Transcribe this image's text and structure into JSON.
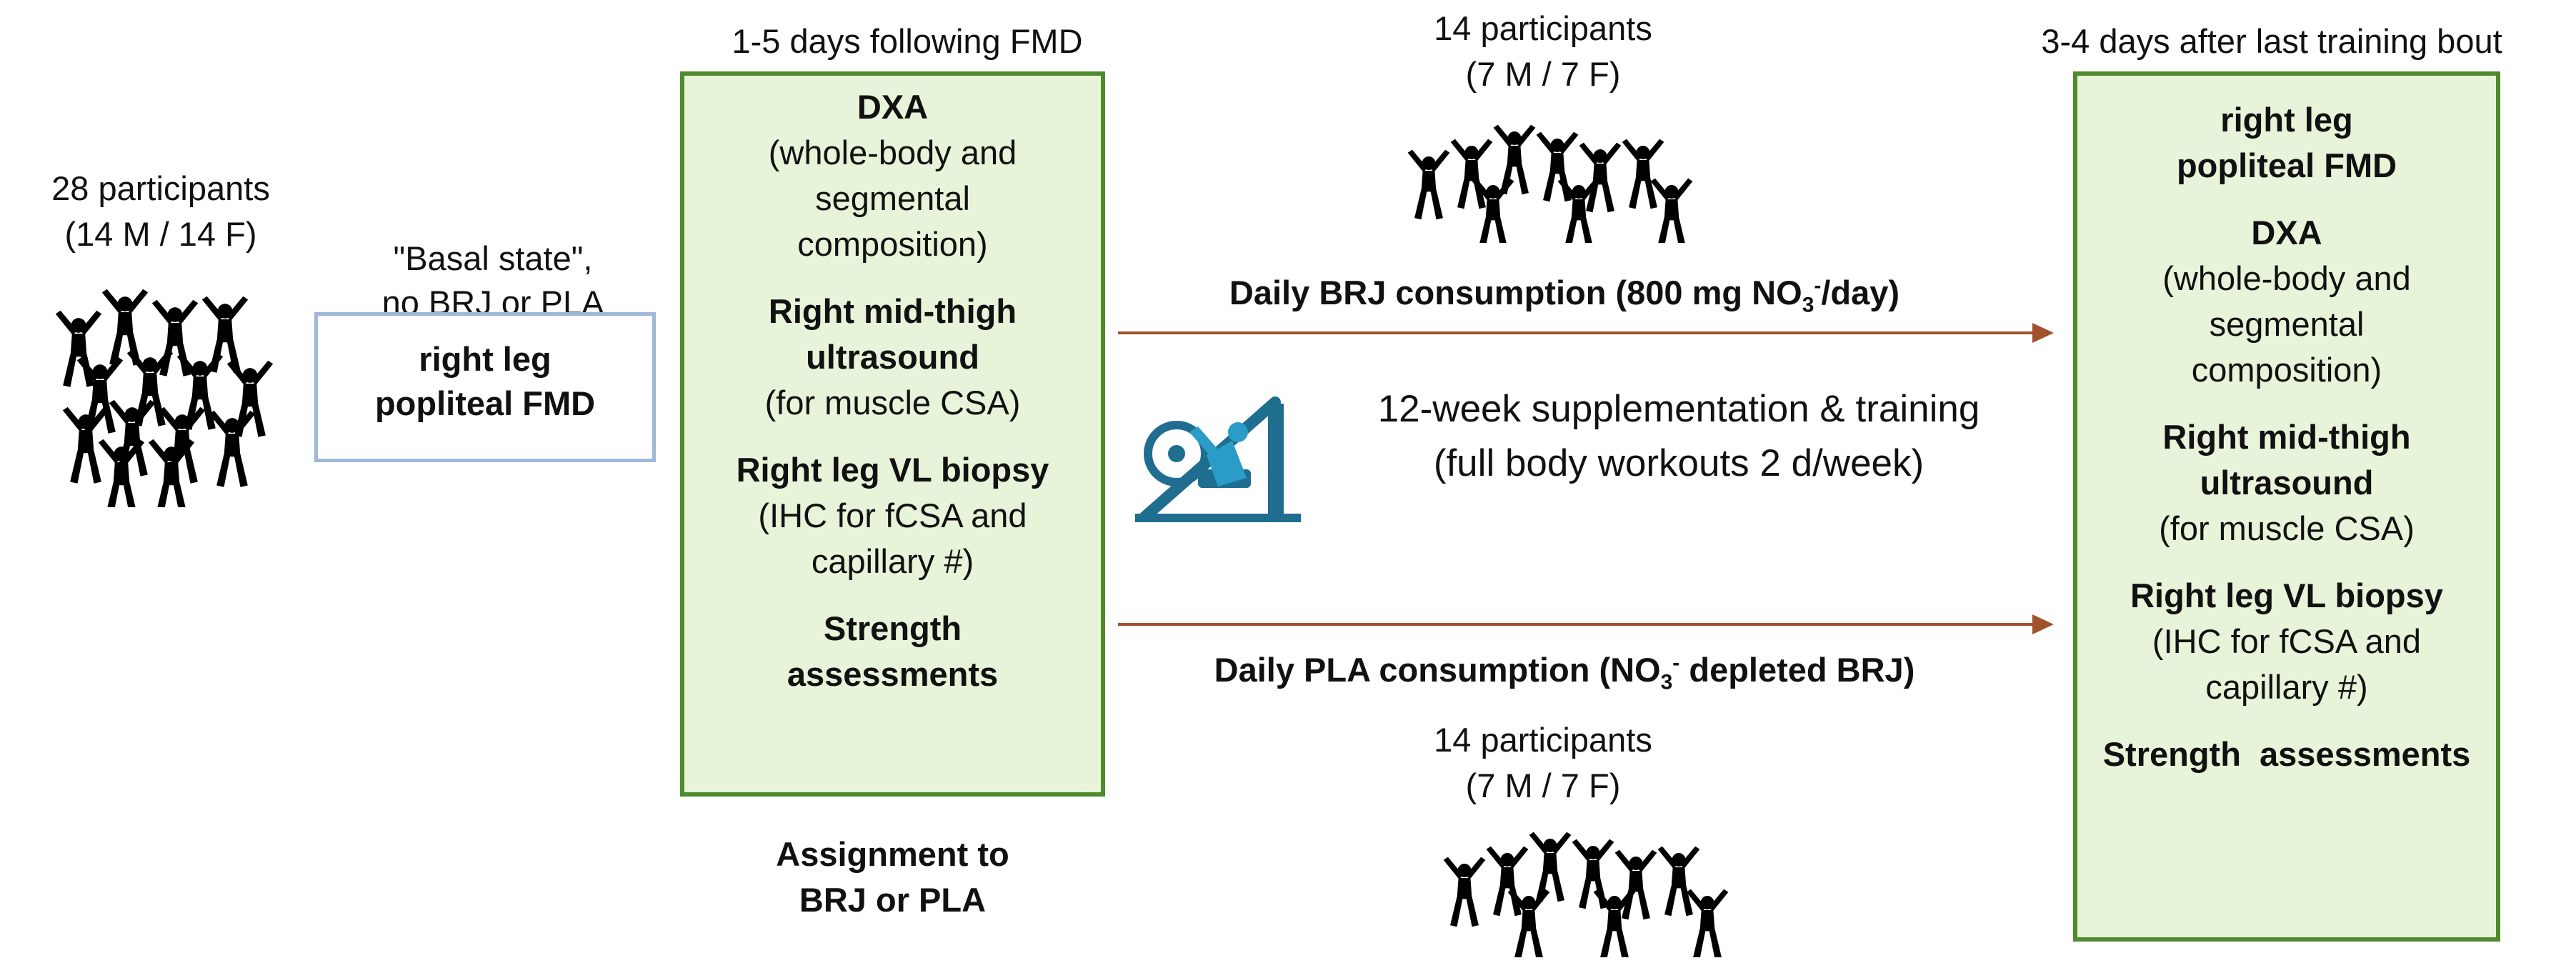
{
  "colors": {
    "people": "#5c3b91",
    "green_box_fill": "#e8f4d9",
    "green_box_border": "#4f8a2c",
    "blue_box_border": "#9fb7d8",
    "arrow": "#a0522d",
    "machine": "#1f6d8f"
  },
  "icons": [
    "people-group-icon",
    "leg-press-machine-icon",
    "arrow-right-icon"
  ],
  "start": {
    "count": "28 participants",
    "sex": "(14 M / 14 F)"
  },
  "basal": {
    "caption_line1": "\"Basal state\",",
    "caption_line2": "no BRJ or PLA",
    "box_line1": "right leg",
    "box_line2": "popliteal FMD"
  },
  "pre": {
    "header": "1-5 days following FMD",
    "dxa_title": "DXA",
    "dxa_detail": "(whole-body and\nsegmental\ncomposition)",
    "us_title": "Right mid-thigh\nultrasound",
    "us_detail": "(for muscle CSA)",
    "biopsy_title": "Right leg VL biopsy",
    "biopsy_detail": "(IHC for fCSA and\ncapillary #)",
    "strength": "Strength\nassessments",
    "assignment": "Assignment to\nBRJ or PLA"
  },
  "brj": {
    "count": "14 participants",
    "sex": "(7 M / 7 F)",
    "label_pre": "Daily BRJ consumption (800 mg NO",
    "label_sub": "3",
    "label_sup": "-",
    "label_post": "/day)"
  },
  "training": {
    "line1": "12-week supplementation & training",
    "line2": "(full body workouts 2 d/week)"
  },
  "pla": {
    "label_pre": "Daily PLA consumption (NO",
    "label_sub": "3",
    "label_sup": "-",
    "label_post": " depleted BRJ)",
    "count": "14 participants",
    "sex": "(7 M / 7 F)"
  },
  "post": {
    "header": "3-4 days after last training bout",
    "fmd_title": "right leg\npopliteal FMD",
    "dxa_title": "DXA",
    "dxa_detail": "(whole-body and\nsegmental\ncomposition)",
    "us_title": "Right mid-thigh\nultrasound",
    "us_detail": "(for muscle CSA)",
    "biopsy_title": "Right leg VL biopsy",
    "biopsy_detail": "(IHC for fCSA and\ncapillary #)",
    "strength": "Strength  assessments"
  }
}
